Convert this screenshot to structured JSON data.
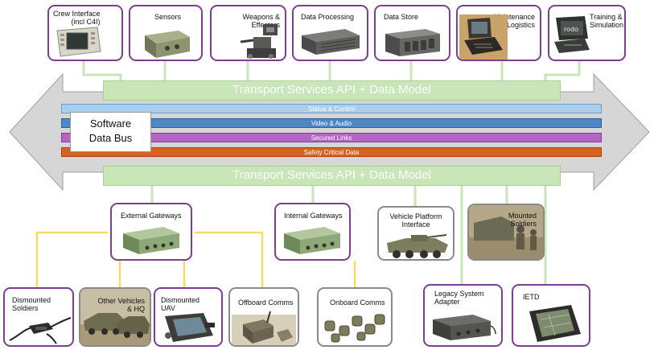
{
  "colors": {
    "box_border_purple": "#7b3f8e",
    "box_border_grey": "#8a8a8a",
    "api_green": "#c8e6b8",
    "connector_green": "#c8e6b8",
    "connector_yellow": "#f3dc6a",
    "arrow_grey": "#d6d6d6",
    "status_control": "#a9cdea",
    "video_audio": "#4f86c6",
    "secured_links": "#b464c4",
    "safety_critical": "#d8621f"
  },
  "top_boxes": [
    {
      "id": "crew-interface",
      "label": "Crew Interface\n(incl C4I)",
      "icon": "touchscreen-terminal-icon"
    },
    {
      "id": "sensors",
      "label": "Sensors",
      "icon": "sensor-unit-icon"
    },
    {
      "id": "weapons-effectors",
      "label": "Weapons &\nEffectors",
      "icon": "weapon-station-icon"
    },
    {
      "id": "data-processing",
      "label": "Data Processing",
      "icon": "rack-server-icon"
    },
    {
      "id": "data-store",
      "label": "Data Store",
      "icon": "storage-array-icon"
    },
    {
      "id": "maintenance-logistics",
      "label": "Maintenance\n& Logistics",
      "icon": "rugged-laptop-icon"
    },
    {
      "id": "training-simulation",
      "label": "Training &\nSimulation",
      "icon": "training-laptop-icon"
    }
  ],
  "bus": {
    "top_api": "Transport Services API + Data Model",
    "bottom_api": "Transport Services API + Data Model",
    "title": "Software\nData Bus",
    "bands": [
      {
        "id": "status-control",
        "label": "Status & Control"
      },
      {
        "id": "video-audio",
        "label": "Video & Audio"
      },
      {
        "id": "secured-links",
        "label": "Secured Links"
      },
      {
        "id": "safety-critical",
        "label": "Safety Critical Data"
      }
    ]
  },
  "bottom_boxes": [
    {
      "id": "external-gateways",
      "label": "External Gateways",
      "icon": "gateway-box-icon"
    },
    {
      "id": "internal-gateways",
      "label": "Internal Gateways",
      "icon": "gateway-box-icon"
    },
    {
      "id": "vehicle-platform-interface",
      "label": "Vehicle Platform\nInterface",
      "icon": "armoured-vehicle-icon"
    },
    {
      "id": "mounted-soldiers",
      "label": "Mounted\nSoldiers",
      "icon": "mounted-soldiers-icon"
    },
    {
      "id": "dismounted-soldiers",
      "label": "Dismounted\nSoldiers",
      "icon": "soldier-hub-icon"
    },
    {
      "id": "other-vehicles-hq",
      "label": "Other Vehicles\n& HQ",
      "icon": "vehicle-convoy-icon"
    },
    {
      "id": "dismounted-uav",
      "label": "Dismounted\nUAV",
      "icon": "uav-controller-icon"
    },
    {
      "id": "offboard-comms",
      "label": "Offboard Comms",
      "icon": "radio-icon"
    },
    {
      "id": "onboard-comms",
      "label": "Onboard Comms",
      "icon": "connectors-icon"
    },
    {
      "id": "legacy-system-adapter",
      "label": "Legacy System\nAdapter",
      "icon": "adapter-box-icon"
    },
    {
      "id": "ietd",
      "label": "IETD",
      "icon": "rugged-tablet-icon"
    }
  ]
}
